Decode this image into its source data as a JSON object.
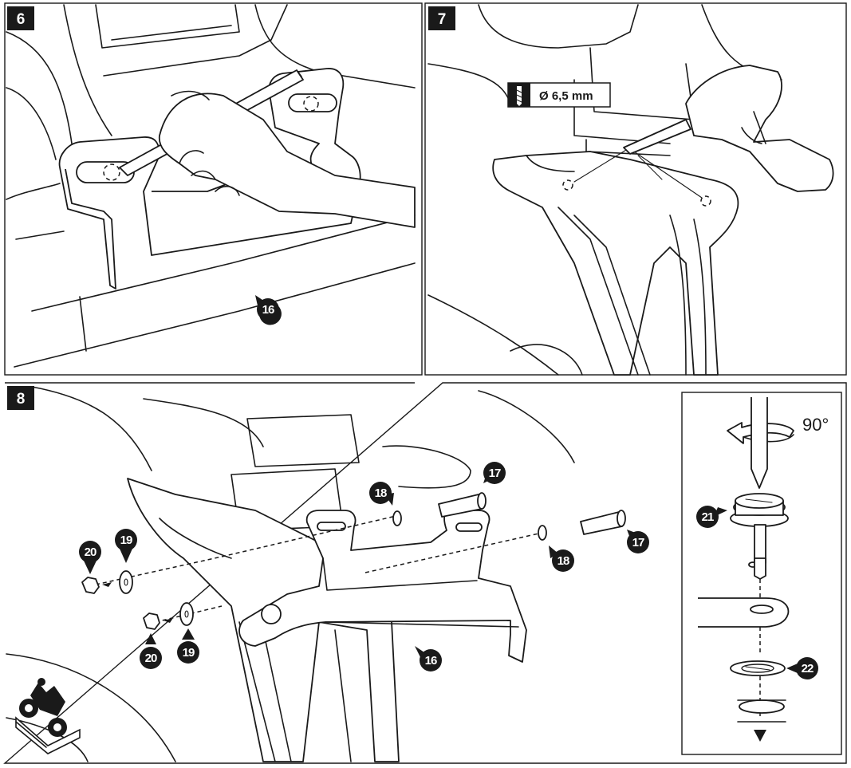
{
  "panels": [
    {
      "step": "6",
      "callouts": [
        "16"
      ]
    },
    {
      "step": "7",
      "tool_label": "Ø 6,5 mm",
      "tool_icon": "drill-bit-icon"
    },
    {
      "step": "8",
      "callouts": [
        "16",
        "17",
        "17",
        "18",
        "18",
        "19",
        "19",
        "20",
        "20"
      ]
    }
  ],
  "inset": {
    "rotation_label": "90°",
    "callouts": [
      "21",
      "22"
    ]
  },
  "colors": {
    "ink": "#1a1a1a",
    "paper": "#ffffff"
  }
}
